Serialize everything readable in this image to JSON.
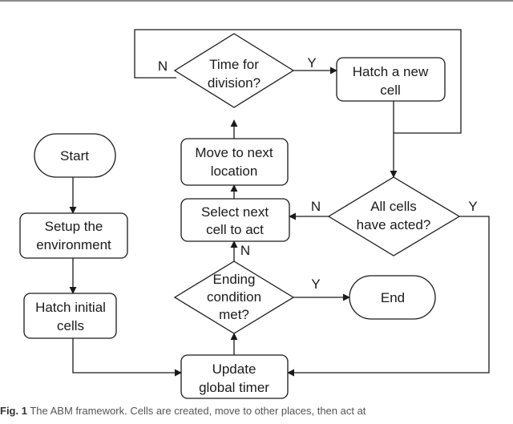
{
  "nodes": {
    "start": "Start",
    "setup_1": "Setup the",
    "setup_2": "environment",
    "hatch_initial_1": "Hatch initial",
    "hatch_initial_2": "cells",
    "update_1": "Update",
    "update_2": "global timer",
    "ending_1": "Ending",
    "ending_2": "condition",
    "ending_3": "met?",
    "end": "End",
    "select_1": "Select next",
    "select_2": "cell to act",
    "move_1": "Move to next",
    "move_2": "location",
    "division_1": "Time for",
    "division_2": "division?",
    "hatch_new_1": "Hatch a new",
    "hatch_new_2": "cell",
    "all_acted_1": "All cells",
    "all_acted_2": "have acted?"
  },
  "edge_labels": {
    "division_no": "N",
    "division_yes": "Y",
    "all_acted_no": "N",
    "all_acted_yes": "Y",
    "ending_no": "N",
    "ending_yes": "Y"
  },
  "caption": {
    "label": "Fig. 1",
    "text": "The ABM framework. Cells are created, move to other places, then act at"
  }
}
